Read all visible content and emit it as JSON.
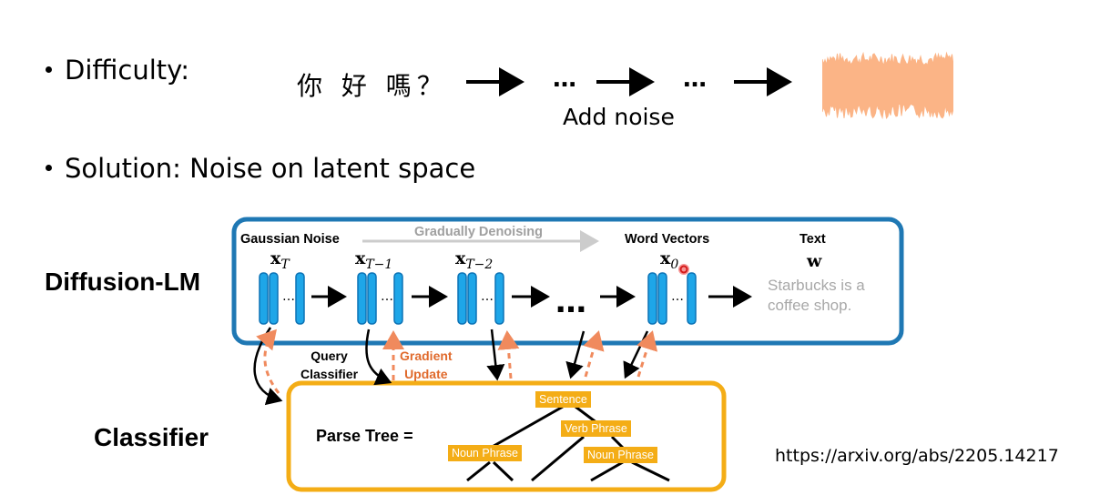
{
  "difficulty": {
    "label": "Difficulty:",
    "chinese_text": "你 好 嗎？",
    "ellipsis_1": "…",
    "ellipsis_2": "…",
    "add_noise": "Add noise",
    "noise_color": "#fbb486"
  },
  "solution": {
    "label": "Solution: Noise on latent space"
  },
  "diagram": {
    "diffusion_label": "Diffusion-LM",
    "classifier_label": "Classifier",
    "gaussian_noise": "Gaussian Noise",
    "gradually_denoising": "Gradually Denoising",
    "word_vectors": "Word Vectors",
    "text_header": "Text",
    "x_T": "x",
    "x_T_sub": "T",
    "x_T1_sub": "T−1",
    "x_T2_sub": "T−2",
    "x_0_sub": "0",
    "w_symbol": "w",
    "mid_ellipsis": "…",
    "text_line1": "Starbucks is a",
    "text_line2": "coffee shop.",
    "query_line1": "Query",
    "query_line2": "Classifier",
    "gradient_line1": "Gradient",
    "gradient_line2": "Update",
    "parse_tree": "Parse Tree =",
    "tag_sentence": "Sentence",
    "tag_verb_phrase": "Verb Phrase",
    "tag_noun_phrase_1": "Noun Phrase",
    "tag_noun_phrase_2": "Noun Phrase",
    "box_blue": "#1f78b4",
    "box_orange": "#f4ad16",
    "vector_color": "#1ea6e8"
  },
  "reference_url": "https://arxiv.org/abs/2205.14217"
}
